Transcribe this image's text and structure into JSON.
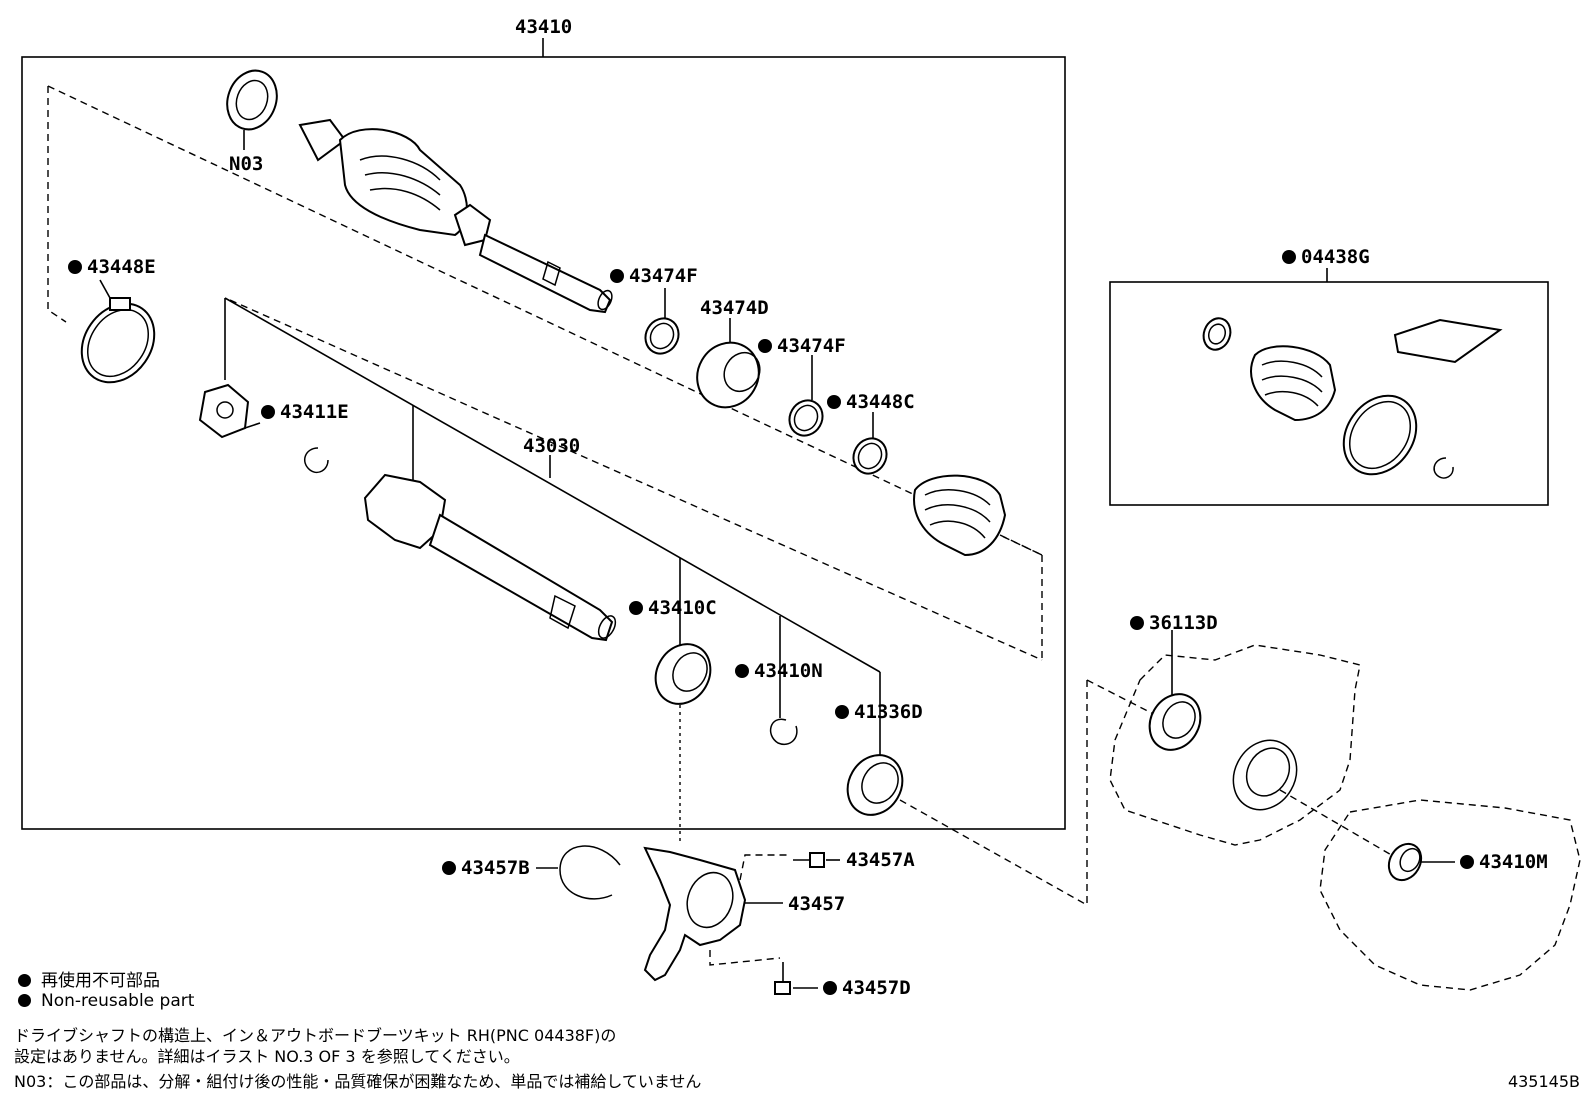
{
  "labels": {
    "a43410": "43410",
    "n03": "N03",
    "a43448e": "43448E",
    "a43474f_1": "43474F",
    "a43474d": "43474D",
    "a43474f_2": "43474F",
    "a43448c": "43448C",
    "a43411e": "43411E",
    "a43030": "43030",
    "a43410c": "43410C",
    "a43410n": "43410N",
    "a41336d": "41336D",
    "a04438g": "04438G",
    "a36113d": "36113D",
    "a43410m": "43410M",
    "a43457b": "43457B",
    "a43457a": "43457A",
    "a43457": "43457",
    "a43457d": "43457D"
  },
  "legend": {
    "line1": "再使用不可部品",
    "line2": "Non-reusable part"
  },
  "notes": {
    "line1": "ドライブシャフトの構造上、イン＆アウトボードブーツキット RH(PNC 04438F)の",
    "line2": "設定はありません。詳細はイラスト NO.3 OF 3 を参照してください。",
    "line3": "N03：この部品は、分解・組付け後の性能・品質確保が困難なため、単品では補給していません"
  },
  "reference": "435145B"
}
